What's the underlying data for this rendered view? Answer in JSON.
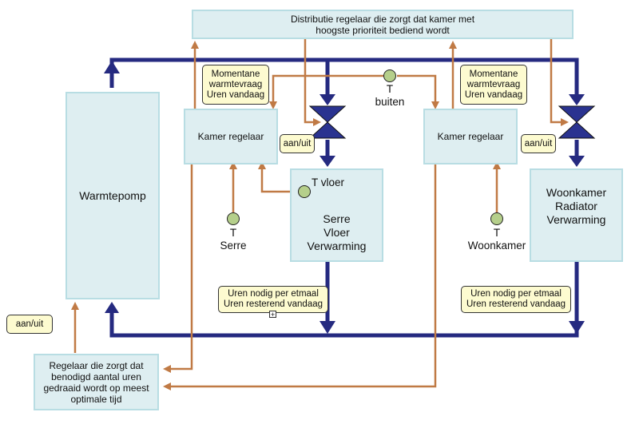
{
  "colors": {
    "water_pipe": "#252a80",
    "signal_line": "#c07a45",
    "valve_fill": "#2a3390",
    "box_fill": "#deeef1",
    "box_border": "#b8dde3",
    "callout_fill": "#fdfbd0",
    "sensor_fill": "#b5cf8b"
  },
  "boxes": {
    "distribution": "Distributie regelaar die zorgt dat kamer met\nhoogste prioriteit bediend wordt",
    "heatpump": "Warmtepomp",
    "room_ctrl_left": "Kamer regelaar",
    "room_ctrl_right": "Kamer regelaar",
    "serre_floor": "Serre\nVloer\nVerwarming",
    "living_radiator": "Woonkamer\nRadiator\nVerwarming",
    "hours_ctrl": "Regelaar die zorgt dat\nbenodigd aantal uren\ngedraaid wordt op meest\noptimale tijd"
  },
  "callouts": {
    "demand_left": "Momentane\nwarmtevraag\nUren vandaag",
    "demand_right": "Momentane\nwarmtevraag\nUren vandaag",
    "valve_left": "aan/uit",
    "valve_right": "aan/uit",
    "hours_left": "Uren nodig per etmaal\nUren resterend vandaag",
    "hours_right": "Uren nodig per etmaal\nUren resterend vandaag",
    "heatpump_onoff": "aan/uit"
  },
  "sensors": {
    "outside": "T\nbuiten",
    "floor": "T vloer",
    "serre": "T\nSerre",
    "living": "T\nWoonkamer"
  },
  "icons": {
    "expand": "+"
  }
}
